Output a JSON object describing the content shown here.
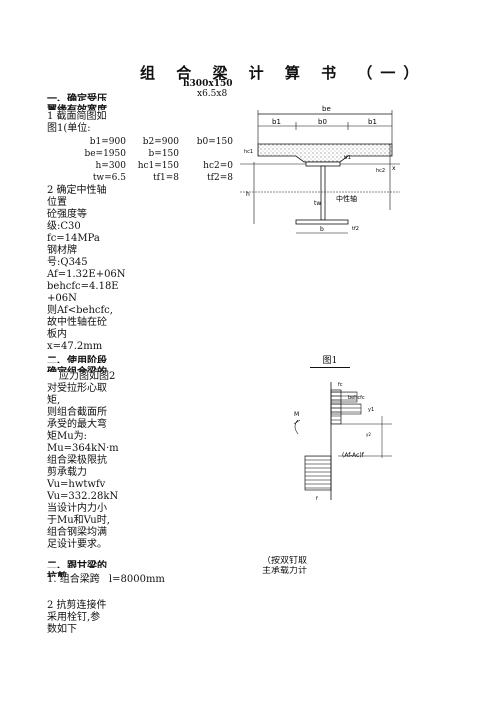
{
  "title": "组 合 梁 计 算 书 （一）",
  "subtitle": "h300x150",
  "subtitle2": "x6.5x8",
  "section1": {
    "heading": "一、确定受压",
    "heading2": "翼缘有效宽度",
    "step1": [
      "1 截面简图如",
      "图1(单位:"
    ],
    "params": [
      [
        "b1=900",
        "b2=900",
        "b0=150"
      ],
      [
        "be=1950",
        "b=150",
        ""
      ],
      [
        "h=300",
        "hc1=150",
        "hc2=0"
      ],
      [
        "tw=6.5",
        "tf1=8",
        "tf2=8"
      ]
    ],
    "step2": [
      "2 确定中性轴",
      "位置",
      "砼强度等",
      "级:C30",
      "fc=14MPa",
      "钢材牌",
      "号:Q345",
      "Af=1.32E+06N",
      "behcfc=4.18E",
      "+06N",
      "则Af<behcfc,",
      "故中性轴在砼",
      "板内",
      "x=47.2mm"
    ]
  },
  "section2": {
    "heading": "二、使用阶段",
    "heading2": "确定组合梁的",
    "lines": [
      "应力图如图2",
      "对受拉形心取",
      "矩,",
      "则组合截面所",
      "承受的最大弯",
      "矩Mu为:",
      "Mu=364kN·m",
      "组合梁极限抗",
      "剪承载力",
      "Vu=hwtwfv",
      "Vu=332.28kN",
      "当设计内力小",
      "于Mu和Vu时,",
      "组合钢梁均满",
      "足设计要求。"
    ]
  },
  "section3": {
    "heading": "二、跟甘梁的",
    "heading2": "抗剪",
    "line1_label": "1. 组合梁跨",
    "line1_value": "l=8000mm",
    "step2": [
      "2 抗剪连接件",
      "采用栓钉,参",
      "数如下"
    ],
    "right_note1": "（按双钉取",
    "right_note2": "主承载力计"
  },
  "figure1": {
    "caption": "图1",
    "labels": {
      "be": "be",
      "b1": "b1",
      "b0": "b0",
      "b2": "b1",
      "hc1": "hc1",
      "hc2": "hc2",
      "h": "h",
      "x": "x",
      "tw": "tw",
      "neutral": "中性轴",
      "b": "b",
      "tf1": "tf1",
      "tf2": "tf2"
    }
  },
  "figure2": {
    "labels": {
      "fc": "fc",
      "top": "behcfc",
      "mid": "y1",
      "right1": "y2",
      "af": "(Af-Ac)f",
      "f": "f",
      "m": "M"
    }
  }
}
